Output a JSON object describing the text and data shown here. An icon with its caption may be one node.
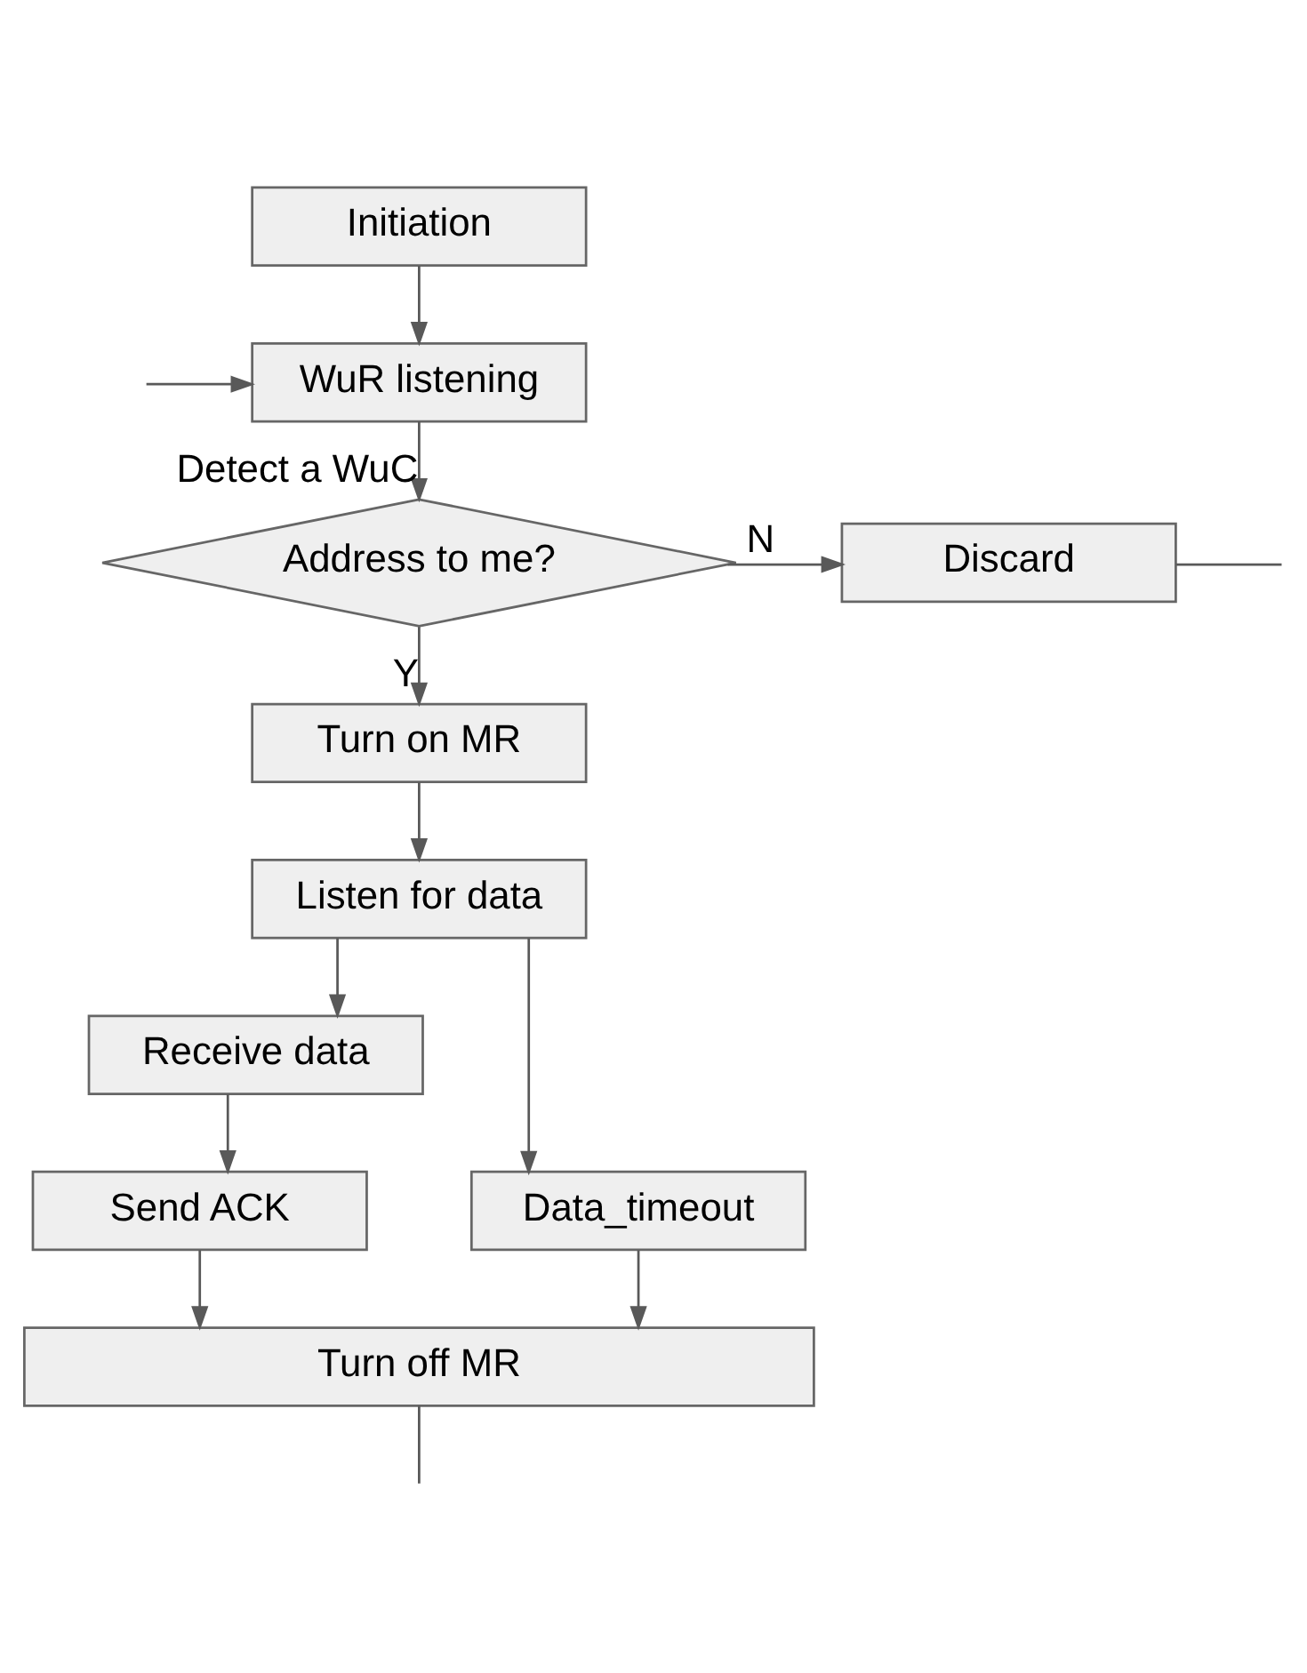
{
  "diagram": {
    "nodes": [
      {
        "text": [
          "Initiation"
        ]
      },
      {
        "text": [
          "WuR listening"
        ]
      },
      {
        "text": [
          "Address to me?"
        ]
      },
      {
        "text": [
          "Discard"
        ]
      },
      {
        "text": [
          "Turn on MR"
        ]
      },
      {
        "text": [
          "Listen for data"
        ]
      },
      {
        "text": [
          "Receive data"
        ]
      },
      {
        "text": [
          "Data_timeout"
        ]
      },
      {
        "text": [
          "Send ACK"
        ]
      },
      {
        "text": [
          "Turn off MR"
        ]
      }
    ],
    "edges": [
      {
        "from": 0,
        "to": 1,
        "arrow": "to"
      },
      {
        "from": null,
        "to": 1,
        "arrow": "to"
      },
      {
        "from": 1,
        "to": 2,
        "arrow": "to",
        "label": "Detect a WuC"
      },
      {
        "from": 2,
        "to": 3,
        "arrow": "to",
        "label": "N"
      },
      {
        "from": 3,
        "to": null,
        "arrow": "none"
      },
      {
        "from": 2,
        "to": 4,
        "arrow": "to",
        "label": "Y"
      },
      {
        "from": 4,
        "to": 5,
        "arrow": "to"
      },
      {
        "from": 5,
        "to": 6,
        "arrow": "to"
      },
      {
        "from": 5,
        "to": 7,
        "arrow": "to"
      },
      {
        "from": 6,
        "to": 8,
        "arrow": "to"
      },
      {
        "from": 8,
        "to": 9,
        "arrow": "to"
      },
      {
        "from": 7,
        "to": 9,
        "arrow": "to"
      },
      {
        "from": 9,
        "to": null,
        "arrow": "none"
      }
    ]
  }
}
